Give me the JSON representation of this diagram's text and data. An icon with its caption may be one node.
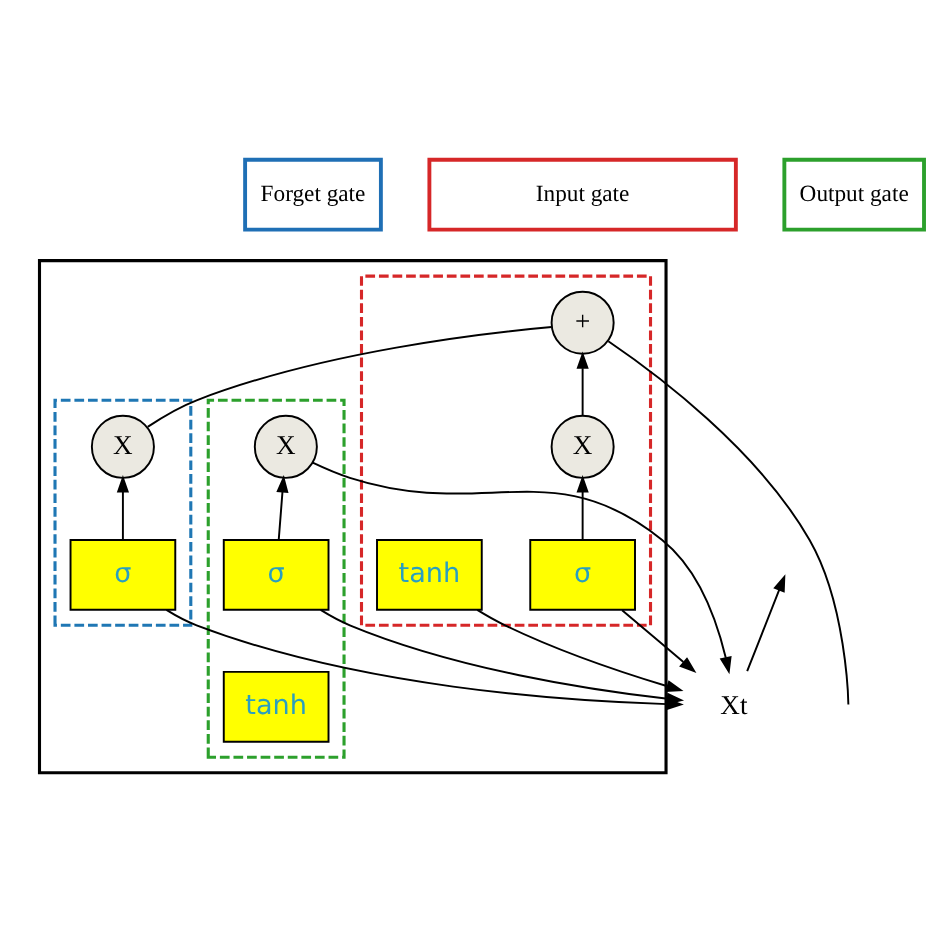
{
  "diagram": {
    "nodes": [
      {
        "text": [
          "Forget gate"
        ]
      },
      {
        "text": [
          "Input gate"
        ]
      },
      {
        "text": [
          "Output gate"
        ]
      },
      {
        "text": [],
        "shape": "box"
      },
      {
        "text": [],
        "shape": "box",
        "in": 3
      },
      {
        "text": [
          "X"
        ],
        "in": 4
      },
      {
        "text": [
          "σ"
        ],
        "in": 4
      },
      {
        "text": [],
        "shape": "box",
        "in": 3
      },
      {
        "text": [
          "+"
        ],
        "in": 7
      },
      {
        "text": [
          "X"
        ],
        "in": 7
      },
      {
        "text": [
          "σ"
        ],
        "in": 7
      },
      {
        "text": [
          "tanh"
        ],
        "in": 7
      },
      {
        "text": [],
        "shape": "box",
        "in": 3
      },
      {
        "text": [
          "tanh"
        ],
        "in": 12
      },
      {
        "text": [
          "X"
        ],
        "in": 12
      },
      {
        "text": [
          "σ"
        ],
        "in": 12
      },
      {
        "text": [
          "Xt"
        ]
      }
    ],
    "edges": [
      {
        "from": 6,
        "to": 5,
        "arrow": "to"
      },
      {
        "from": 10,
        "to": 9,
        "arrow": "to"
      },
      {
        "from": 9,
        "to": 8,
        "arrow": "to"
      },
      {
        "from": 5,
        "to": 8,
        "arrow": "none"
      },
      {
        "from": 8,
        "to": null,
        "arrow": "none"
      },
      {
        "from": 15,
        "to": 14,
        "arrow": "to"
      },
      {
        "from": 6,
        "to": 16,
        "arrow": "to"
      },
      {
        "from": 10,
        "to": 16,
        "arrow": "to"
      },
      {
        "from": 11,
        "to": 16,
        "arrow": "to"
      },
      {
        "from": 15,
        "to": 16,
        "arrow": "to"
      },
      {
        "from": 14,
        "to": 16,
        "arrow": "to"
      },
      {
        "from": 16,
        "to": null,
        "arrow": "to"
      }
    ]
  }
}
